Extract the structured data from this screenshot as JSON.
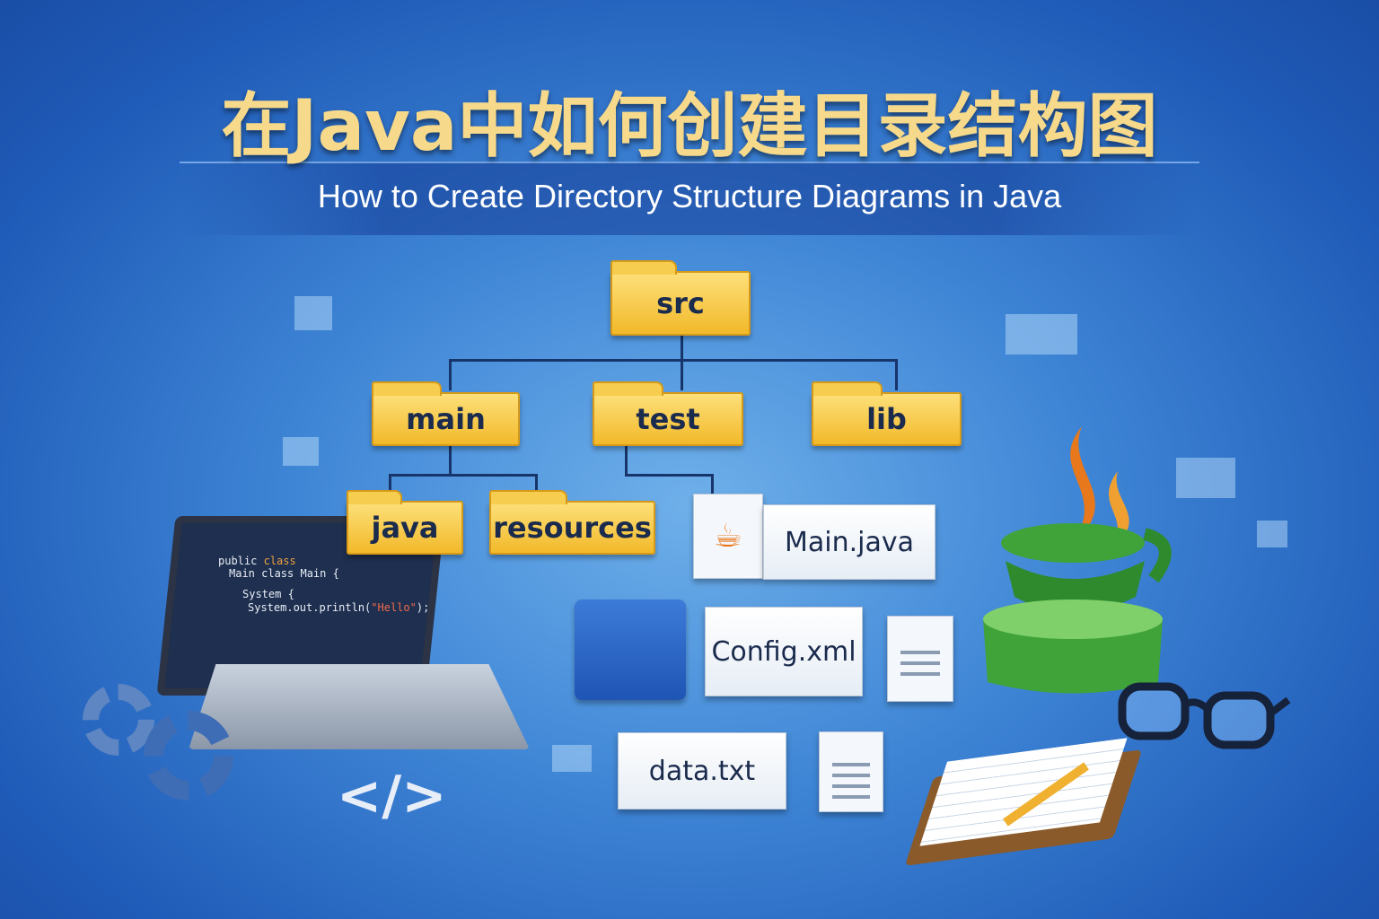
{
  "title": "在Java中如何创建目录结构图",
  "subtitle": "How to Create Directory Structure Diagrams in Java",
  "tree": {
    "root": "src",
    "level1": [
      "main",
      "test",
      "lib"
    ],
    "main_children": [
      "java",
      "resources"
    ]
  },
  "files": {
    "main_java": "Main.java",
    "config": "Config.xml",
    "data": "data.txt"
  },
  "code": {
    "line1a": "public",
    "line1b": "class",
    "line2": "Main class Main {",
    "line3": "System {",
    "line4a": "System.out.println(",
    "line4b": "\"Hello\"",
    "line4c": ");"
  },
  "code_tag": "</>",
  "colors": {
    "folder": "#f2b92a",
    "java_cup": "#3fa33a",
    "flame": "#e8781c"
  }
}
